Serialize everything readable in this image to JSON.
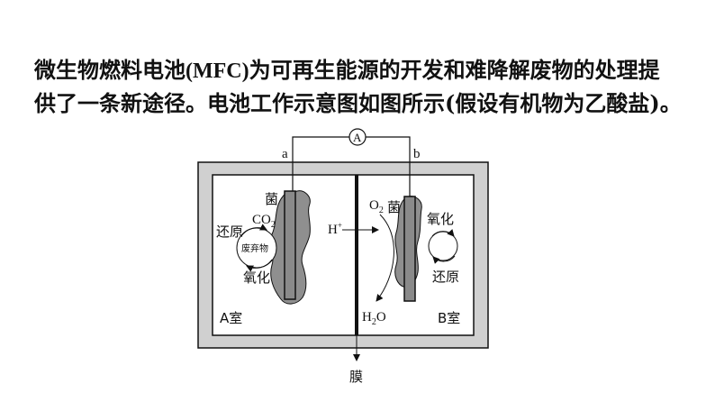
{
  "problem": {
    "line1_pre": "微生物燃料电池",
    "line1_latin": "(MFC)",
    "line1_post": "为可再生能源的开发和难降解废物的处理提",
    "line2": "供了一条新途径。电池工作示意图如图所示(假设有机物为乙酸盐)。"
  },
  "diagram": {
    "ammeter": "A",
    "electrode_a": "a",
    "electrode_b": "b",
    "left": {
      "bacteria": "菌",
      "co2": "CO",
      "co2_sub": "2",
      "reduction": "还原",
      "waste": "废弃物",
      "oxidation": "氧化",
      "chamber": "A室"
    },
    "right": {
      "o2": "O",
      "o2_sub": "2",
      "bacteria": "菌",
      "oxidation": "氧化",
      "reduction": "还原",
      "water": "H",
      "water_sub": "2",
      "water_tail": "O",
      "chamber": "B室"
    },
    "proton": "H",
    "proton_sup": "+",
    "membrane": "膜"
  },
  "colors": {
    "electrode_fill": "#8a8a8a",
    "bacteria_fill": "#8f8f8f",
    "tank_frame": "#d0d0d0",
    "line": "#111111"
  }
}
